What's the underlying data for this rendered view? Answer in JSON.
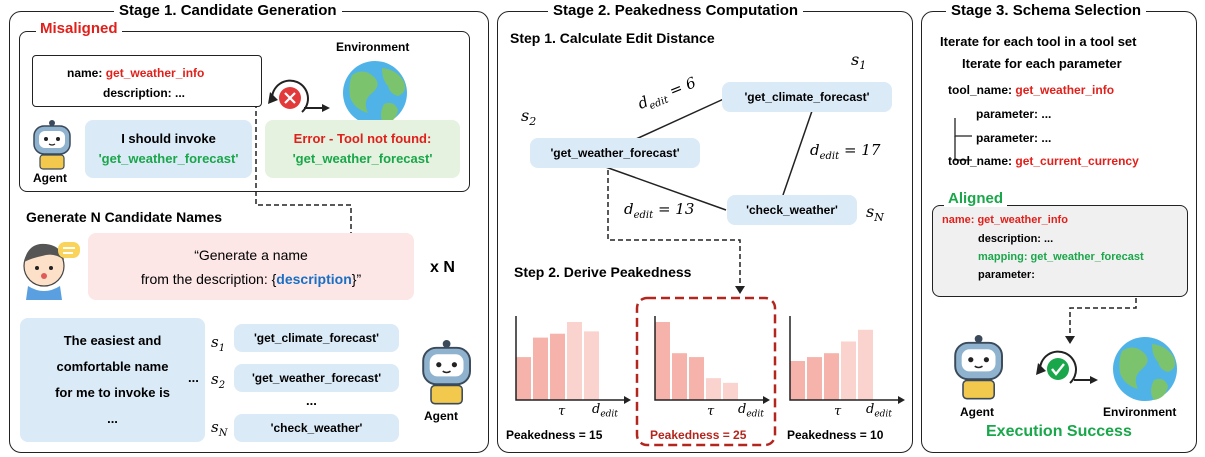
{
  "stage1": {
    "title": "Stage 1. Candidate Generation",
    "misaligned": "Misaligned",
    "environment": "Environment",
    "name_key": "name:",
    "name_val": "get_weather_info",
    "desc_line": "description: ...",
    "agent_says_1": "I should invoke",
    "agent_says_2": "'get_weather_forecast'",
    "error_1": "Error - Tool not found:",
    "error_2": "'get_weather_forecast'",
    "agent": "Agent",
    "gen_heading": "Generate N Candidate Names",
    "prompt_1": "“Generate a name",
    "prompt_2a": "from the description: {",
    "prompt_2b": "description",
    "prompt_2c": "}”",
    "xn": "x N",
    "easy_1": "The easiest and",
    "easy_2": "comfortable name",
    "easy_3": "for me to invoke is",
    "easy_4": "...",
    "candidates": [
      {
        "sub": "1",
        "name": "'get_climate_forecast'"
      },
      {
        "sub": "2",
        "name": "'get_weather_forecast'"
      },
      {
        "sub": "N",
        "name": "'check_weather'"
      }
    ],
    "ellipsis_h": "...",
    "ellipsis_v": "...",
    "agent2": "Agent"
  },
  "stage2": {
    "title": "Stage 2. Peakedness Computation",
    "step1": "Step 1. Calculate Edit Distance",
    "nodes": {
      "s1_label": "s",
      "s1_sub": "1",
      "s2_label": "s",
      "s2_sub": "2",
      "sN_label": "s",
      "sN_sub": "N",
      "climate": "'get_climate_forecast'",
      "forecast": "'get_weather_forecast'",
      "check": "'check_weather'"
    },
    "edges": {
      "d_sym": "d",
      "d_sub": "edit",
      "e1": "= 6",
      "e2": "= 17",
      "e3": "= 13"
    },
    "step2": "Step 2. Derive Peakedness",
    "axis_tau": "τ",
    "axis_d": "d",
    "axis_d_sub": "edit",
    "peak_labels": [
      "Peakedness = 15",
      "Peakedness = 25",
      "Peakedness = 10"
    ],
    "bar_charts": [
      {
        "values": [
          0.55,
          0.8,
          0.85,
          1.0,
          0.88
        ],
        "colors": [
          "#f6b3ab",
          "#f6b3ab",
          "#f6b3ab",
          "#fad3ce",
          "#fad3ce"
        ]
      },
      {
        "values": [
          1.0,
          0.6,
          0.55,
          0.28,
          0.22
        ],
        "colors": [
          "#f6b3ab",
          "#f6b3ab",
          "#f6b3ab",
          "#fad3ce",
          "#fad3ce"
        ]
      },
      {
        "values": [
          0.5,
          0.55,
          0.6,
          0.75,
          0.9
        ],
        "colors": [
          "#f6b3ab",
          "#f6b3ab",
          "#f6b3ab",
          "#fad3ce",
          "#fad3ce"
        ]
      }
    ],
    "colors": {
      "highlight": "#b3261e",
      "bar": "#f6b3ab",
      "bar_light": "#fad3ce"
    }
  },
  "stage3": {
    "title": "Stage 3. Schema Selection",
    "line1": "Iterate for each tool in a tool set",
    "line2": "Iterate for each parameter",
    "tool_key": "tool_name:",
    "tool1": "get_weather_info",
    "param1": "parameter: ...",
    "param2": "parameter: ...",
    "tool2": "get_current_currency",
    "aligned": "Aligned",
    "a_name": "name: get_weather_info",
    "a_desc": "description: ...",
    "a_map": "mapping: get_weather_forecast",
    "a_param": "parameter:",
    "agent": "Agent",
    "environment": "Environment",
    "success": "Execution Success"
  }
}
